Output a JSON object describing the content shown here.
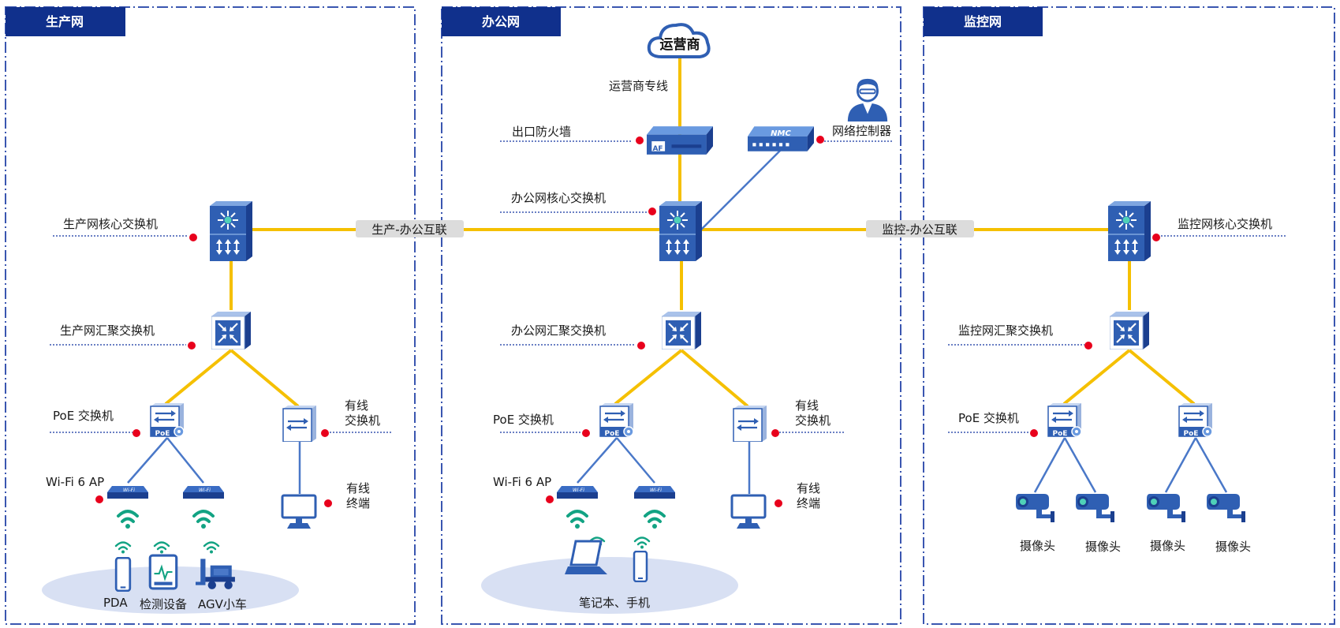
{
  "zones": {
    "production": {
      "title": "生产网"
    },
    "office": {
      "title": "办公网"
    },
    "monitor": {
      "title": "监控网"
    }
  },
  "interconnects": {
    "prod_office": "生产-办公互联",
    "monitor_office": "监控-办公互联"
  },
  "production": {
    "core_switch": "生产网核心交换机",
    "agg_switch": "生产网汇聚交换机",
    "poe_switch": "PoE 交换机",
    "wired_switch_1": "有线",
    "wired_switch_2": "交换机",
    "ap": "Wi-Fi 6 AP",
    "wired_terminal_1": "有线",
    "wired_terminal_2": "终端",
    "dev_pda": "PDA",
    "dev_inspect": "检测设备",
    "dev_agv": "AGV小车"
  },
  "office": {
    "isp": "运营商",
    "isp_line": "运营商专线",
    "firewall": "出口防火墙",
    "controller": "网络控制器",
    "core_switch": "办公网核心交换机",
    "agg_switch": "办公网汇聚交换机",
    "poe_switch": "PoE 交换机",
    "wired_switch_1": "有线",
    "wired_switch_2": "交换机",
    "ap": "Wi-Fi 6 AP",
    "wired_terminal_1": "有线",
    "wired_terminal_2": "终端",
    "devices": "笔记本、手机",
    "firewall_badge": "AF",
    "controller_badge": "NMC"
  },
  "monitor": {
    "core_switch": "监控网核心交换机",
    "agg_switch": "监控网汇聚交换机",
    "poe_switch": "PoE 交换机",
    "camera_1": "摄像头",
    "camera_2": "摄像头",
    "camera_3": "摄像头",
    "camera_4": "摄像头"
  },
  "poe_badge": "PoE",
  "colors": {
    "zone_header": "#10308c",
    "zone_border": "#3a56b0",
    "trunk": "#f5c000",
    "branch": "#4a78c8",
    "device_blue": "#2f5fb3",
    "marker": "#e8001c",
    "ap_signal": "#12a383",
    "ground": "#d8e0f3",
    "label_box": "#dcdcdc"
  }
}
